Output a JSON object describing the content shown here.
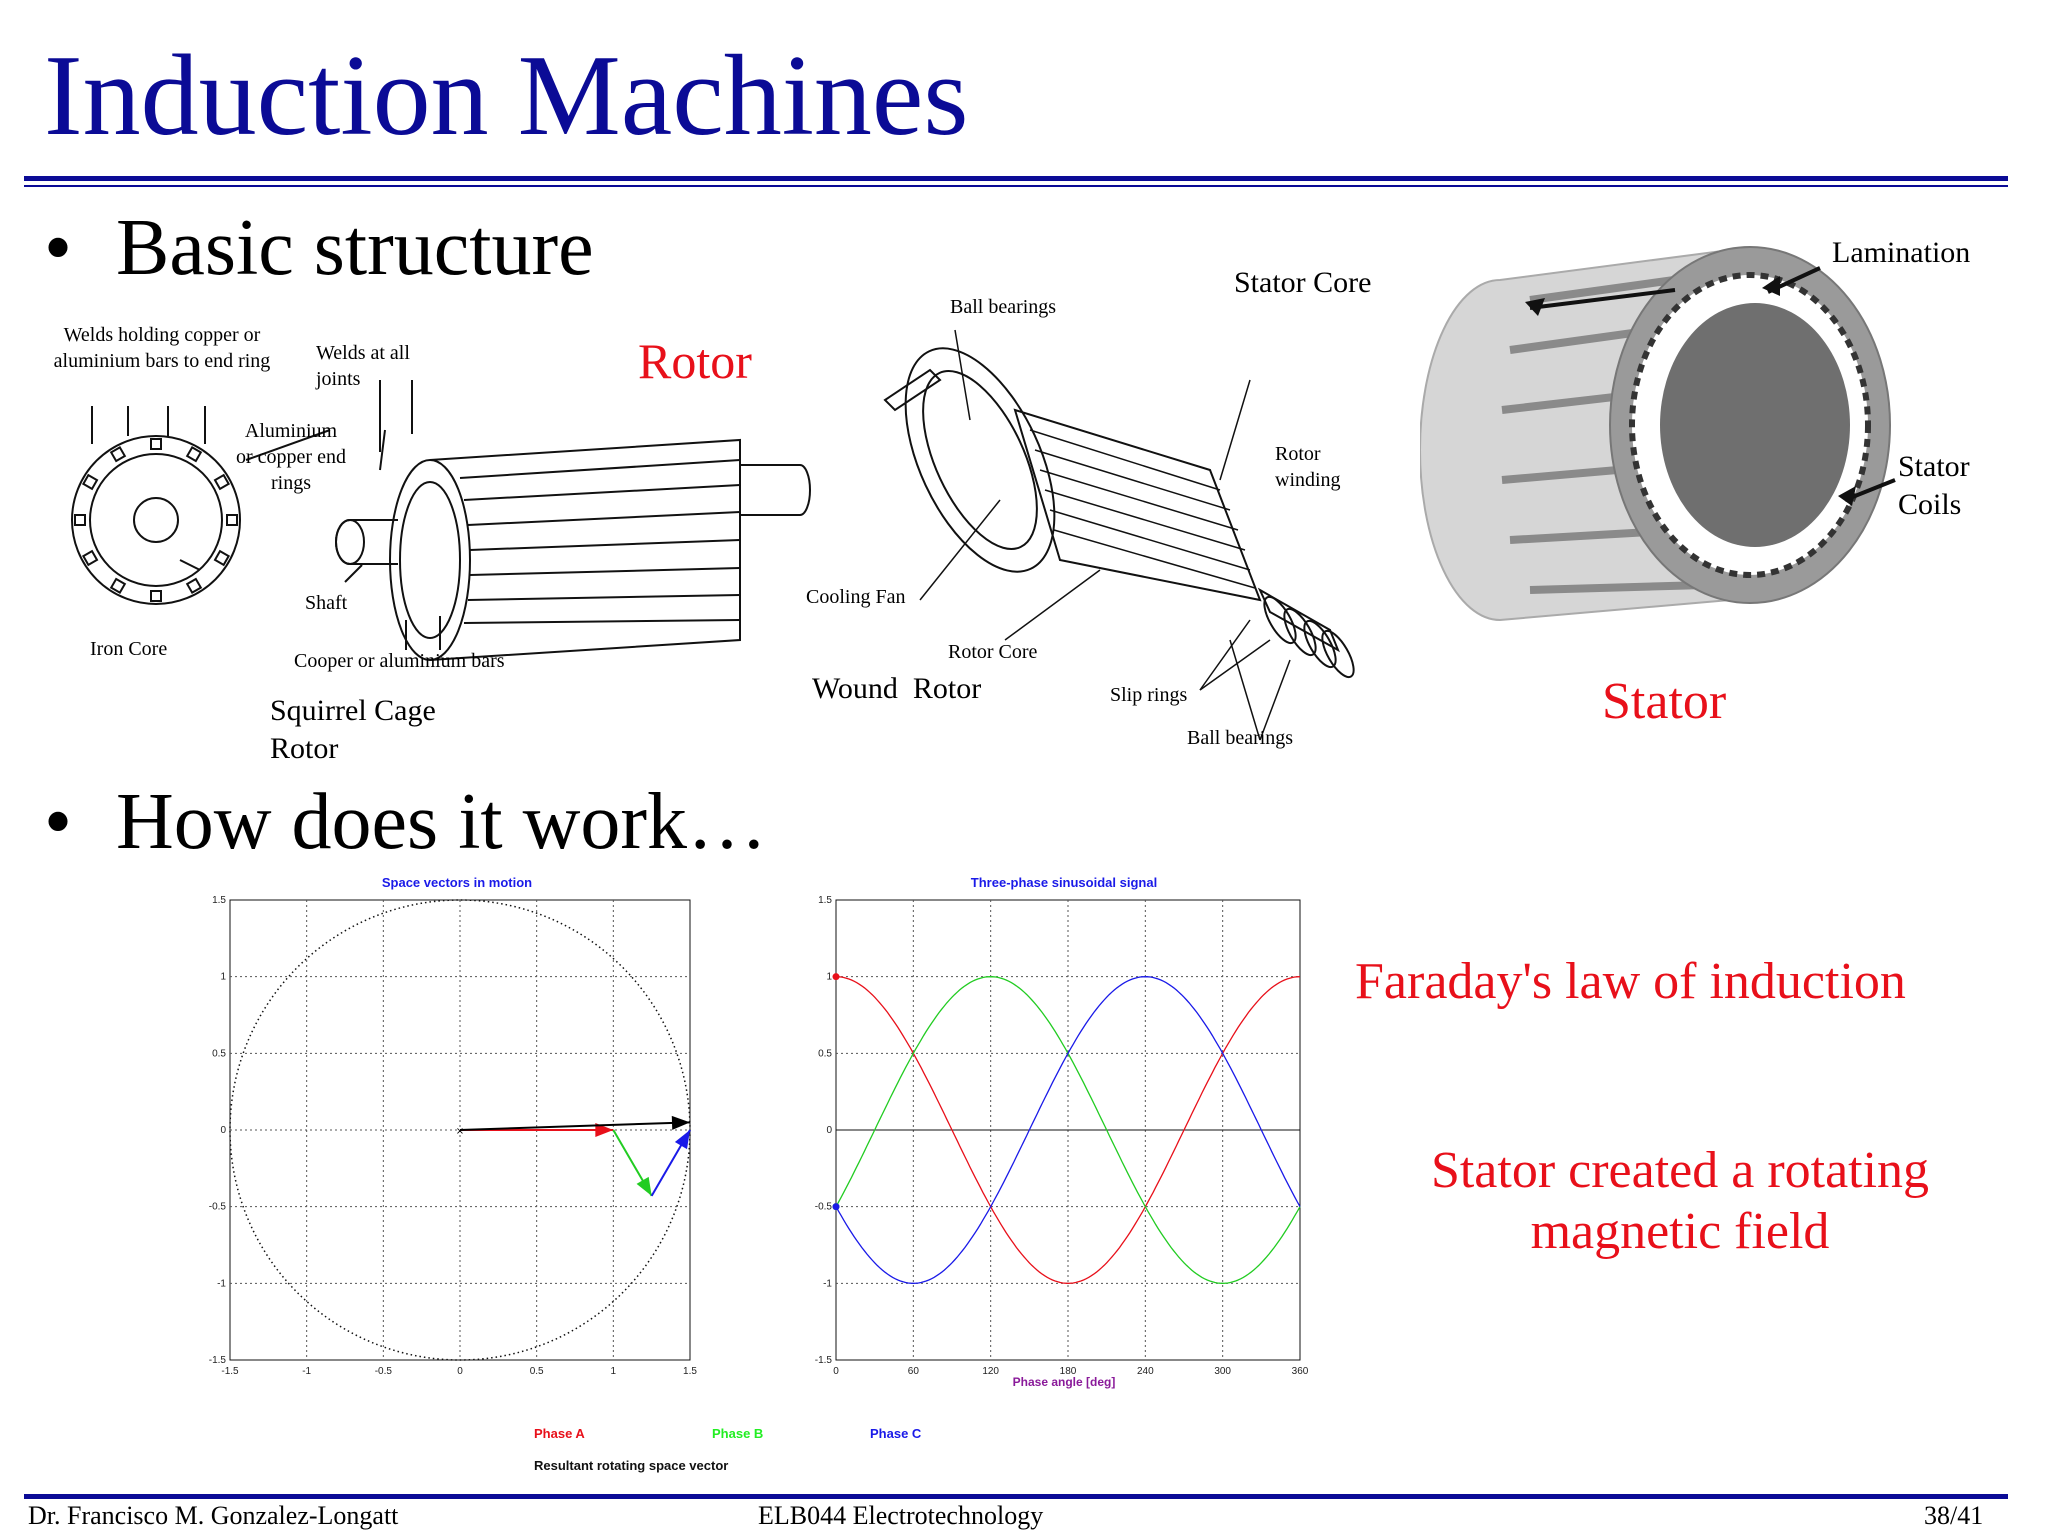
{
  "title": "Induction Machines",
  "bullets": [
    "Basic structure",
    "How does it work…"
  ],
  "bullet_symbol": "•",
  "squirrel_cage": {
    "labels": {
      "welds_ring": "Welds holding copper or aluminium bars to end ring",
      "welds_joints": "Welds at all joints",
      "end_rings": "Aluminium or copper end rings",
      "shaft": "Shaft",
      "iron_core": "Iron Core",
      "bars": "Cooper or aluminium bars"
    },
    "caption": "Squirrel Cage Rotor"
  },
  "rotor_heading": "Rotor",
  "wound_rotor": {
    "labels": {
      "ball_bearings_top": "Ball bearings",
      "rotor_winding": "Rotor winding",
      "cooling_fan": "Cooling Fan",
      "rotor_core": "Rotor Core",
      "slip_rings": "Slip rings",
      "ball_bearings_bottom": "Ball bearings"
    },
    "caption": "Wound  Rotor"
  },
  "stator": {
    "labels": {
      "stator_core": "Stator Core",
      "lamination": "Lamination",
      "stator_coils": "Stator Coils"
    },
    "caption": "Stator"
  },
  "notes": {
    "faraday": "Faraday's law of induction",
    "rotating_field": "Stator created a rotating magnetic field"
  },
  "chart_data": [
    {
      "type": "line",
      "title": "Space vectors in motion",
      "xlim": [
        -1.5,
        1.5
      ],
      "ylim": [
        -1.5,
        1.5
      ],
      "xticks": [
        "-1.5",
        "-1",
        "-0.5",
        "0",
        "0.5",
        "1",
        "1.5"
      ],
      "yticks": [
        "1.5",
        "1",
        "0.5",
        "0",
        "-0.5",
        "-1",
        "-1.5"
      ],
      "grid": true,
      "circle_radius": 1.5,
      "vectors": [
        {
          "name": "Phase A",
          "from": [
            0,
            0
          ],
          "to": [
            1.0,
            0
          ],
          "color": "#e8101a"
        },
        {
          "name": "Phase B",
          "from": [
            1.0,
            0
          ],
          "to": [
            1.25,
            -0.43
          ],
          "color": "#22cc22"
        },
        {
          "name": "Phase C",
          "from": [
            1.25,
            -0.43
          ],
          "to": [
            1.5,
            0
          ],
          "color": "#1a1ae8"
        },
        {
          "name": "Resultant rotating space vector",
          "from": [
            0,
            0
          ],
          "to": [
            1.5,
            0.05
          ],
          "color": "#000000"
        }
      ]
    },
    {
      "type": "line",
      "title": "Three-phase sinusoidal signal",
      "xlabel": "Phase angle [deg]",
      "xlim": [
        0,
        360
      ],
      "ylim": [
        -1.5,
        1.5
      ],
      "xticks": [
        "0",
        "60",
        "120",
        "180",
        "240",
        "300",
        "360"
      ],
      "yticks": [
        "1.5",
        "1",
        "0.5",
        "0",
        "-0.5",
        "-1",
        "-1.5"
      ],
      "grid": true,
      "series": [
        {
          "name": "Phase A",
          "function": "cos(x)",
          "phase_deg": 0,
          "color": "#e8101a"
        },
        {
          "name": "Phase B",
          "function": "cos(x-120)",
          "phase_deg": 120,
          "color": "#22cc22"
        },
        {
          "name": "Phase C",
          "function": "cos(x-240)",
          "phase_deg": 240,
          "color": "#1a1ae8"
        }
      ]
    }
  ],
  "legend": {
    "phase_a": "Phase A",
    "phase_b": "Phase B",
    "phase_c": "Phase C",
    "resultant": "Resultant rotating space vector"
  },
  "colors": {
    "title": "#0b0b96",
    "accent_red": "#e8101a",
    "phase_a": "#e8101a",
    "phase_b": "#22cc22",
    "phase_c": "#1a1ae8"
  },
  "footer": {
    "author": "Dr. Francisco M. Gonzalez-Longatt",
    "course": "ELB044 Electrotechnology",
    "page": "38/41"
  }
}
